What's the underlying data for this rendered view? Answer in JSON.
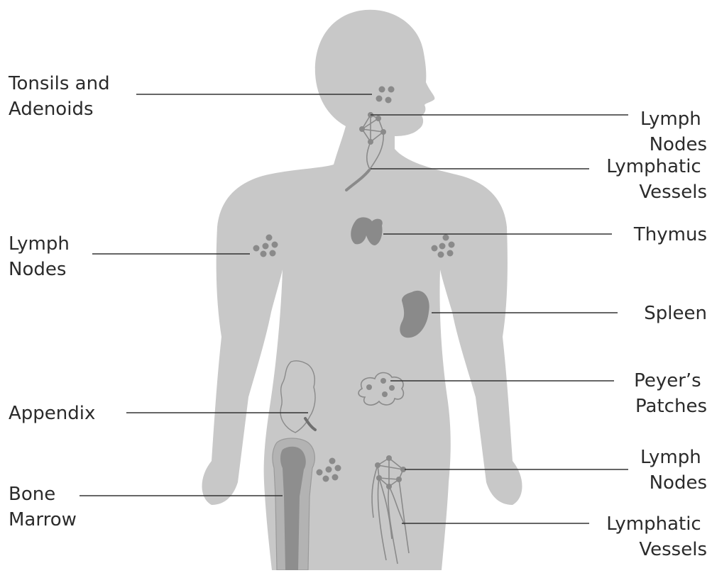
{
  "colors": {
    "body": "#c8c8c8",
    "organ": "#8a8a8a",
    "marrow": "#8e8e8e",
    "bone": "#b3b3b3",
    "label_text": "#2b2b2b",
    "leader_line": "#333333"
  },
  "labels": {
    "tonsils": [
      "Tonsils and",
      "Adenoids"
    ],
    "lymph_nodes_neck": [
      "Lymph",
      "Nodes"
    ],
    "lymphatic_vessels_neck": [
      "Lymphatic",
      "Vessels"
    ],
    "lymph_nodes_armpit": [
      "Lymph",
      "Nodes"
    ],
    "thymus": [
      "Thymus"
    ],
    "spleen": [
      "Spleen"
    ],
    "peyers_patches": [
      "Peyer’s",
      "Patches"
    ],
    "appendix": [
      "Appendix"
    ],
    "lymph_nodes_groin": [
      "Lymph",
      "Nodes"
    ],
    "bone_marrow": [
      "Bone",
      "Marrow"
    ],
    "lymphatic_vessels_leg": [
      "Lymphatic",
      "Vessels"
    ]
  }
}
